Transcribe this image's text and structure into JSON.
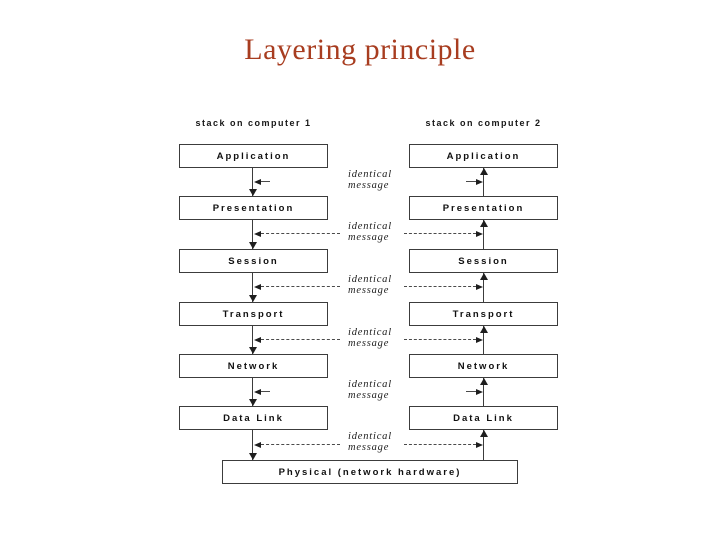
{
  "title": "Layering principle",
  "title_color": "#a83d20",
  "stacks": {
    "left": {
      "header": "stack on computer 1"
    },
    "right": {
      "header": "stack on computer 2"
    }
  },
  "layers": [
    "Application",
    "Presentation",
    "Session",
    "Transport",
    "Network",
    "Data Link"
  ],
  "physical_label": "Physical (network hardware)",
  "message_label": {
    "line1": "identical",
    "line2": "message"
  },
  "diagram_colors": {
    "line": "#3c3c3c",
    "text": "#101010"
  }
}
